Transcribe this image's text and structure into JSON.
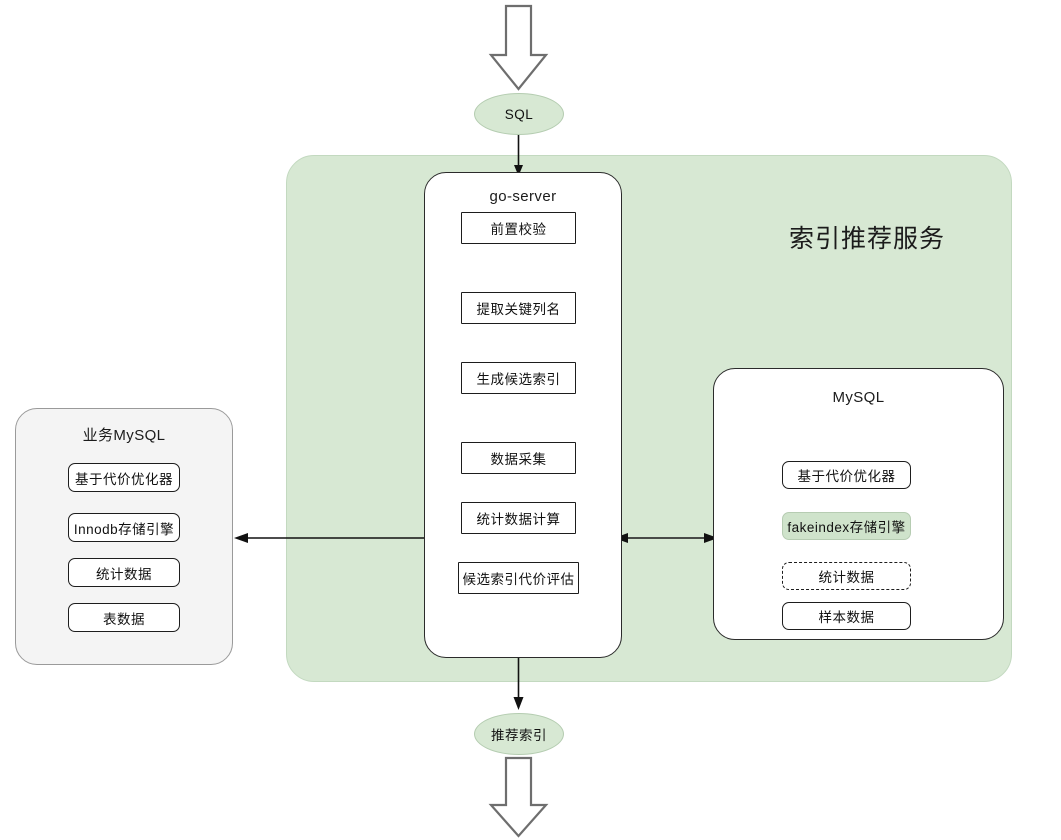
{
  "diagram": {
    "title": "索引推荐服务",
    "background": "#ffffff",
    "accent_green": "#d7e8d3",
    "accent_green_item": "#cfe3cb",
    "panel_gray": "#f4f4f4",
    "stroke": "#1d1d1d"
  },
  "flow": {
    "input_label": "SQL",
    "output_label": "推荐索引"
  },
  "go_server": {
    "title": "go-server",
    "steps": [
      {
        "label": "前置校验"
      },
      {
        "label": "提取关键列名"
      },
      {
        "label": "生成候选索引"
      },
      {
        "label": "数据采集"
      },
      {
        "label": "统计数据计算"
      },
      {
        "label": "候选索引代价评估"
      }
    ]
  },
  "business_mysql": {
    "title": "业务MySQL",
    "items": [
      {
        "label": "基于代价优化器",
        "style": "plain"
      },
      {
        "label": "Innodb存储引擎",
        "style": "plain"
      },
      {
        "label": "统计数据",
        "style": "plain"
      },
      {
        "label": "表数据",
        "style": "plain"
      }
    ]
  },
  "fake_mysql": {
    "title": "MySQL",
    "items": [
      {
        "label": "基于代价优化器",
        "style": "plain"
      },
      {
        "label": "fakeindex存储引擎",
        "style": "green"
      },
      {
        "label": "统计数据",
        "style": "dashed"
      },
      {
        "label": "样本数据",
        "style": "plain"
      }
    ]
  },
  "connectors": {
    "top_inflow": "block-arrow-down",
    "bottom_outflow": "block-arrow-down",
    "left_link": "arrow-left",
    "right_link": "arrow-both"
  }
}
